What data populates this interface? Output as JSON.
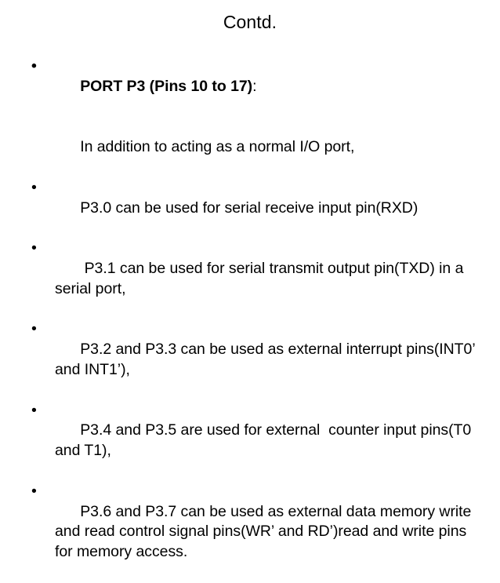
{
  "slide": {
    "title": "Contd.",
    "bullet_glyph": "•",
    "text_color": "#000000",
    "background_color": "#ffffff",
    "paragraphs": [
      {
        "id": "port-p3-heading",
        "bulleted": true,
        "bold_head": "PORT P3 (Pins 10 to 17)",
        "tail": ":"
      },
      {
        "id": "normal-io-note",
        "bulleted": false,
        "text": "In addition to acting as a normal I/O port,"
      },
      {
        "id": "p3-0",
        "bulleted": true,
        "text": "P3.0 can be used for serial receive input pin(RXD)"
      },
      {
        "id": "p3-1",
        "bulleted": true,
        "text": " P3.1 can be used for serial transmit output pin(TXD) in a serial port,"
      },
      {
        "id": "p3-2-p3-3",
        "bulleted": true,
        "text": "P3.2 and P3.3 can be used as external interrupt pins(INT0’ and INT1’),"
      },
      {
        "id": "p3-4-p3-5",
        "bulleted": true,
        "text": "P3.4 and P3.5 are used for external  counter input pins(T0 and T1),"
      },
      {
        "id": "p3-6-p3-7",
        "bulleted": true,
        "text": "P3.6 and P3.7 can be used as external data memory write and read control signal pins(WR’ and RD’)read and write pins for memory access."
      }
    ]
  }
}
